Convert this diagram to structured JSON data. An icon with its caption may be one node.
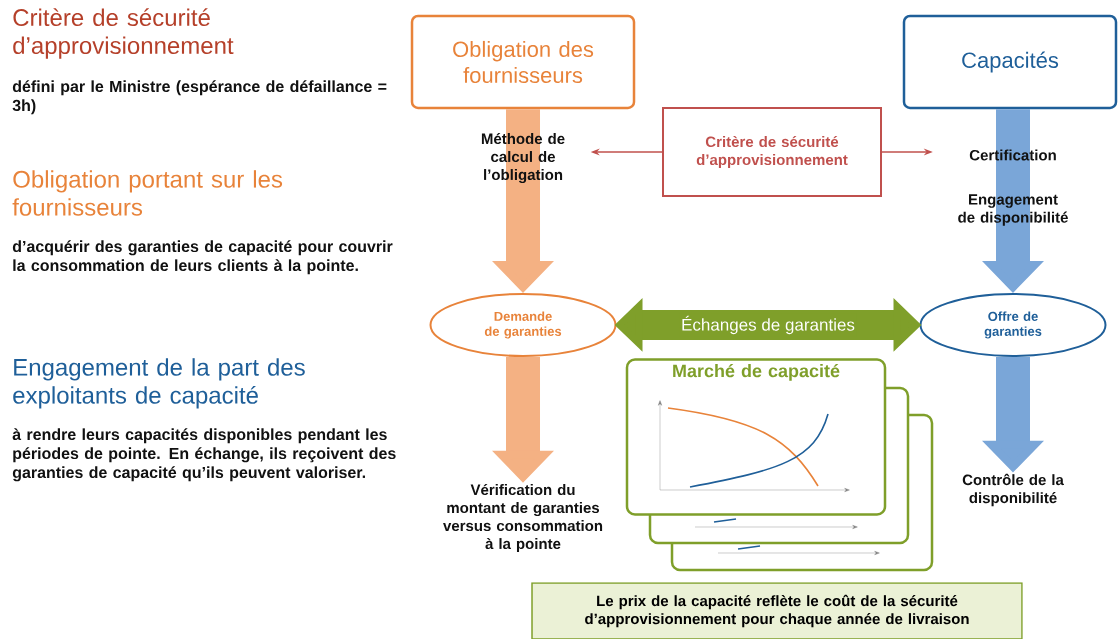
{
  "diagram": {
    "nodes": [
      {
        "text": [
          "Obligation des fournisseurs"
        ]
      },
      {
        "text": [
          "Capacités"
        ]
      },
      {
        "text": [
          "Critère de sécurité d’approvisionnement"
        ]
      },
      {
        "text": [
          "Méthode de calcul de l’obligation"
        ]
      },
      {
        "text": [
          "Certification"
        ]
      },
      {
        "text": [
          "Engagement de disponibilité"
        ]
      },
      {
        "text": [
          "Demande de garanties"
        ]
      },
      {
        "text": [
          "Offre de garanties"
        ]
      },
      {
        "text": [
          "Marché de capacité"
        ]
      },
      {
        "text": [
          "Vérification du montant de garanties versus consommation à la pointe"
        ]
      },
      {
        "text": [
          "Contrôle de la disponibilité"
        ]
      },
      {
        "text": [
          "Le prix de la capacité reflète le coût de la sécurité d’approvisionnement pour chaque année de livraison"
        ]
      }
    ],
    "edges": [
      {
        "from": 2,
        "to": 3,
        "arrow": "to",
        "color": "#c0504d"
      },
      {
        "from": 2,
        "to": 4,
        "arrow": "to",
        "color": "#c0504d"
      },
      {
        "from": 0,
        "to": 6,
        "arrow": "to",
        "color": "#f4b183"
      },
      {
        "from": 1,
        "to": 7,
        "arrow": "to",
        "color": "#7aa6d8"
      },
      {
        "from": 6,
        "to": 9,
        "arrow": "to",
        "color": "#f4b183"
      },
      {
        "from": 7,
        "to": 10,
        "arrow": "to",
        "color": "#7aa6d8"
      },
      {
        "from": 6,
        "to": 7,
        "arrow": "both",
        "color": "#7f9f2a",
        "label": "Échanges de garanties"
      }
    ],
    "labels": [
      "Critère de sécurité d’approvisionnement",
      "défini par le Ministre (espérance de défaillance = 3h)",
      "Obligation portant sur les fournisseurs",
      "d’acquérir des garanties de capacité pour couvrir la consommation de leurs clients à la pointe.",
      "Engagement de la part des exploitants de capacité",
      "à rendre leurs capacités disponibles pendant les périodes de pointe. En échange, ils reçoivent des garanties de capacité qu’ils peuvent valoriser."
    ]
  }
}
